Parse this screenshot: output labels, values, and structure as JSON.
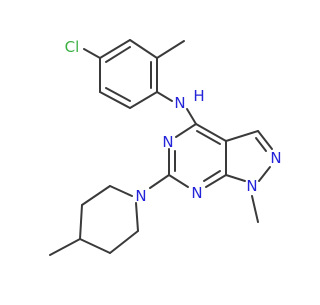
{
  "molecule": {
    "atom_labels": {
      "chlorine": "Cl",
      "amine_nitrogen": "N",
      "amine_hydrogen": "H",
      "pyrimidine_n3": "N",
      "pyrimidine_n1": "N",
      "piperidine_nitrogen": "N",
      "pyrazole_n1": "N",
      "pyrazole_n2": "N"
    }
  },
  "colors": {
    "bond": "#3a3a3a",
    "carbon": "#3a3a3a",
    "nitrogen": "#2323d9",
    "chlorine": "#3cb043",
    "background": "#ffffff"
  }
}
